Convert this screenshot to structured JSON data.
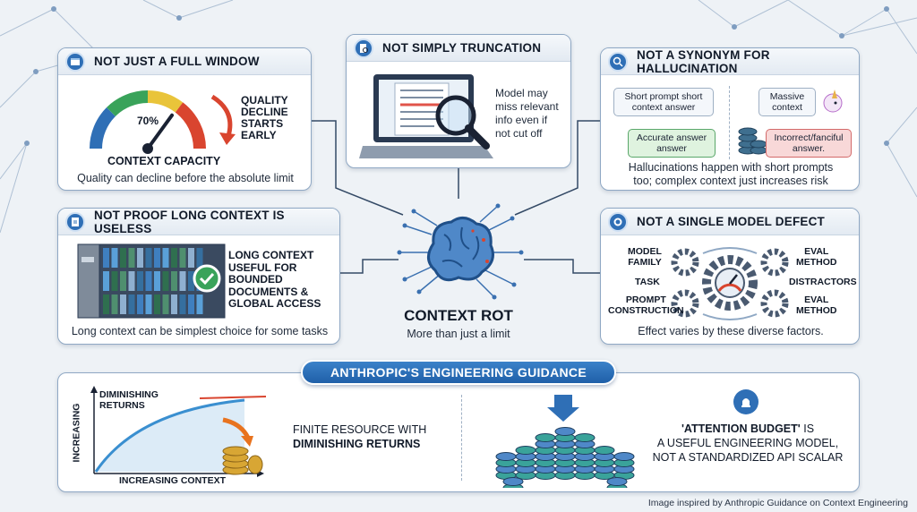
{
  "colors": {
    "accent": "#2f6fb6",
    "card_border": "#8fa8c4",
    "gauge_red": "#d9452f",
    "gauge_green": "#39a35a",
    "gauge_blue": "#2f6fb6",
    "good_bubble": "#dff3df",
    "bad_bubble": "#f8d8d8"
  },
  "center": {
    "title": "CONTEXT ROT",
    "subtitle": "More than just a limit"
  },
  "cards": {
    "full_window": {
      "title": "NOT JUST A FULL WINDOW",
      "gauge_percent": 70,
      "gauge_label": "70%",
      "gauge_caption": "CONTEXT CAPACITY",
      "side_note": [
        "QUALITY",
        "DECLINE",
        "STARTS",
        "EARLY"
      ],
      "caption": "Quality can decline before the absolute limit"
    },
    "truncation": {
      "title": "NOT SIMPLY TRUNCATION",
      "note": [
        "Model may",
        "miss relevant",
        "info even if",
        "not cut off"
      ]
    },
    "hallucination": {
      "title": "NOT A SYNONYM FOR HALLUCINATION",
      "left_prompt": [
        "Short prompt short",
        "context answer"
      ],
      "left_answer": [
        "Accurate answer",
        "answer"
      ],
      "right_prompt": [
        "Massive",
        "context"
      ],
      "right_answer": [
        "Incorrect/fanciful",
        "answer."
      ],
      "caption": [
        "Hallucinations happen with short prompts",
        "too; complex context just increases risk"
      ]
    },
    "long_context": {
      "title": "NOT PROOF LONG CONTEXT IS USELESS",
      "note": [
        "LONG CONTEXT",
        "USEFUL FOR",
        "BOUNDED",
        "DOCUMENTS &",
        "GLOBAL ACCESS"
      ],
      "caption": "Long context can be simplest choice for some tasks"
    },
    "model_defect": {
      "title": "NOT A SINGLE MODEL DEFECT",
      "factors_left": {
        "model_family": [
          "MODEL",
          "FAMILY"
        ],
        "task": [
          "TASK"
        ],
        "prompt_construction": [
          "PROMPT",
          "CONSTRUCTION"
        ]
      },
      "factors_right": {
        "eval_method_top": [
          "EVAL",
          "METHOD"
        ],
        "distractors": [
          "DISTRACTORS"
        ],
        "eval_method_bottom": [
          "EVAL",
          "METHOD"
        ]
      },
      "caption": "Effect varies by these diverse factors."
    }
  },
  "guidance": {
    "banner": "ANTHROPIC'S ENGINEERING GUIDANCE",
    "chart_label": [
      "DIMINISHING",
      "RETURNS"
    ],
    "y_axis": "INCREASING",
    "x_axis": "INCREASING CONTEXT",
    "resource_line1": "FINITE RESOURCE WITH",
    "resource_line2": "DIMINISHING RETURNS",
    "budget_line1_quote": "'ATTENTION BUDGET'",
    "budget_line1_rest": " IS",
    "budget_line2": "A USEFUL ENGINEERING MODEL,",
    "budget_line3": "NOT A STANDARDIZED API SCALAR"
  },
  "footer": "Image inspired by Anthropic Guidance on Context Engineering"
}
